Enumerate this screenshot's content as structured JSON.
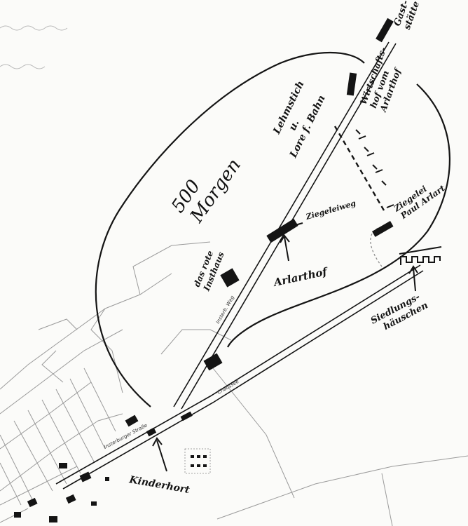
{
  "map": {
    "labels": {
      "gaststaette": "Gast-\nstätte",
      "wirtschaftshof": "Wirtschafts-\nhof vom\nArlarthof",
      "lehmstich": "Lehmstich\nu.\nLore f. Bahn",
      "morgen": "500\nMorgen",
      "ziegelei_arlart": "Ziegelei\nPaul Arlart",
      "ziegeleiweg": "Ziegeleiweg",
      "arlarthof": "Arlarthof",
      "rote_insthaus": "das rote\nInsthaus",
      "siedlung": "Siedlungs-\nhäuschen",
      "kinderhort": "Kinderhort"
    },
    "printed": {
      "street_upper": "Insterburger Straße",
      "street_lower": "Chaussee"
    },
    "colors": {
      "ink": "#141414",
      "basemap_line": "#9a9a9a",
      "paper": "#fbfbf9"
    }
  }
}
